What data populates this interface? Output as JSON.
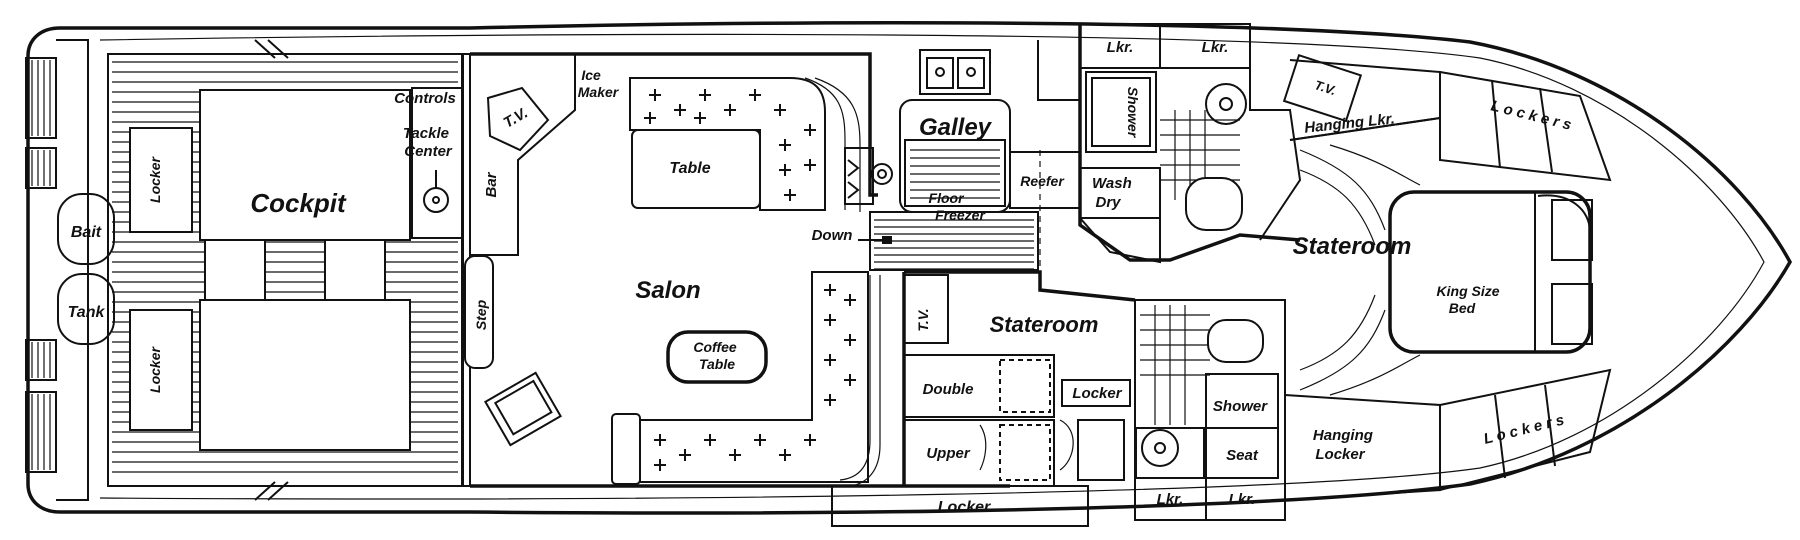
{
  "labels": {
    "cockpit": "Cockpit",
    "controls": "Controls",
    "tackle_center": "Tackle\nCenter",
    "bait": "Bait",
    "tank": "Tank",
    "locker_left_top": "Locker",
    "locker_left_bottom": "Locker",
    "step": "Step",
    "bar": "Bar",
    "tv_bar": "T.V.",
    "ice_maker": "Ice\nMaker",
    "table": "Table",
    "salon": "Salon",
    "coffee_table": "Coffee\nTable",
    "down": "Down",
    "galley": "Galley",
    "floor_freezer": "Floor\nFreezer",
    "reefer": "Reefer",
    "tv_stateroom": "T.V.",
    "stateroom_mid": "Stateroom",
    "double": "Double",
    "upper": "Upper",
    "locker_mid": "Locker",
    "locker_bottom": "Locker",
    "lkr_top1": "Lkr.",
    "lkr_top2": "Lkr.",
    "shower_top": "Shower",
    "wash_dry": "Wash\nDry",
    "tv_fwd": "T.V.",
    "hanging_lkr": "Hanging Lkr.",
    "lockers_top": "L o c k e r s",
    "stateroom_fwd": "Stateroom",
    "king_size_bed": "King Size\nBed",
    "shower_bottom": "Shower",
    "seat": "Seat",
    "lkr_bottom1": "Lkr.",
    "lkr_bottom2": "Lkr.",
    "hanging_locker": "Hanging\nLocker",
    "lockers_bottom": "L o c k e r s"
  }
}
